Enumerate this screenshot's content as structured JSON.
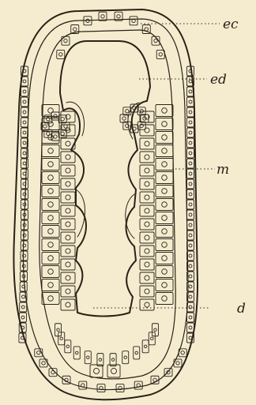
{
  "figure": {
    "labels": {
      "ec": "ec",
      "ed": "ed",
      "m": "m",
      "d": "d"
    }
  }
}
